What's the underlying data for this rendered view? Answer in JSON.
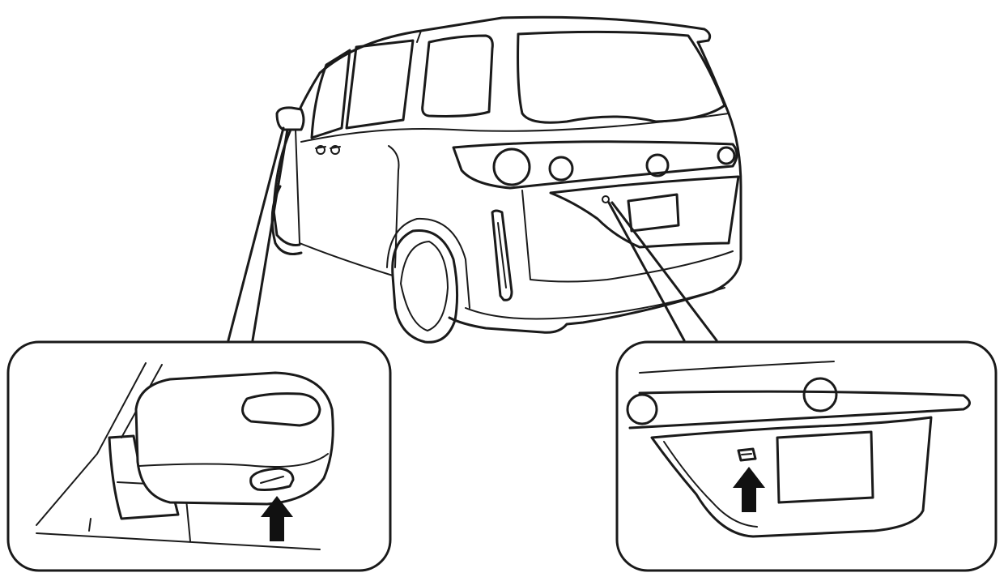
{
  "figure": {
    "subject": "minivan-rear-three-quarter-view",
    "callouts": [
      {
        "id": "left",
        "shows": "side-mirror-underside",
        "icon": "up-arrow-icon"
      },
      {
        "id": "right",
        "shows": "rear-license-plate-garnish",
        "icon": "up-arrow-icon"
      }
    ],
    "colors": {
      "line": "#1a1a1a",
      "fill": "#ffffff",
      "arrow": "#111111"
    }
  }
}
